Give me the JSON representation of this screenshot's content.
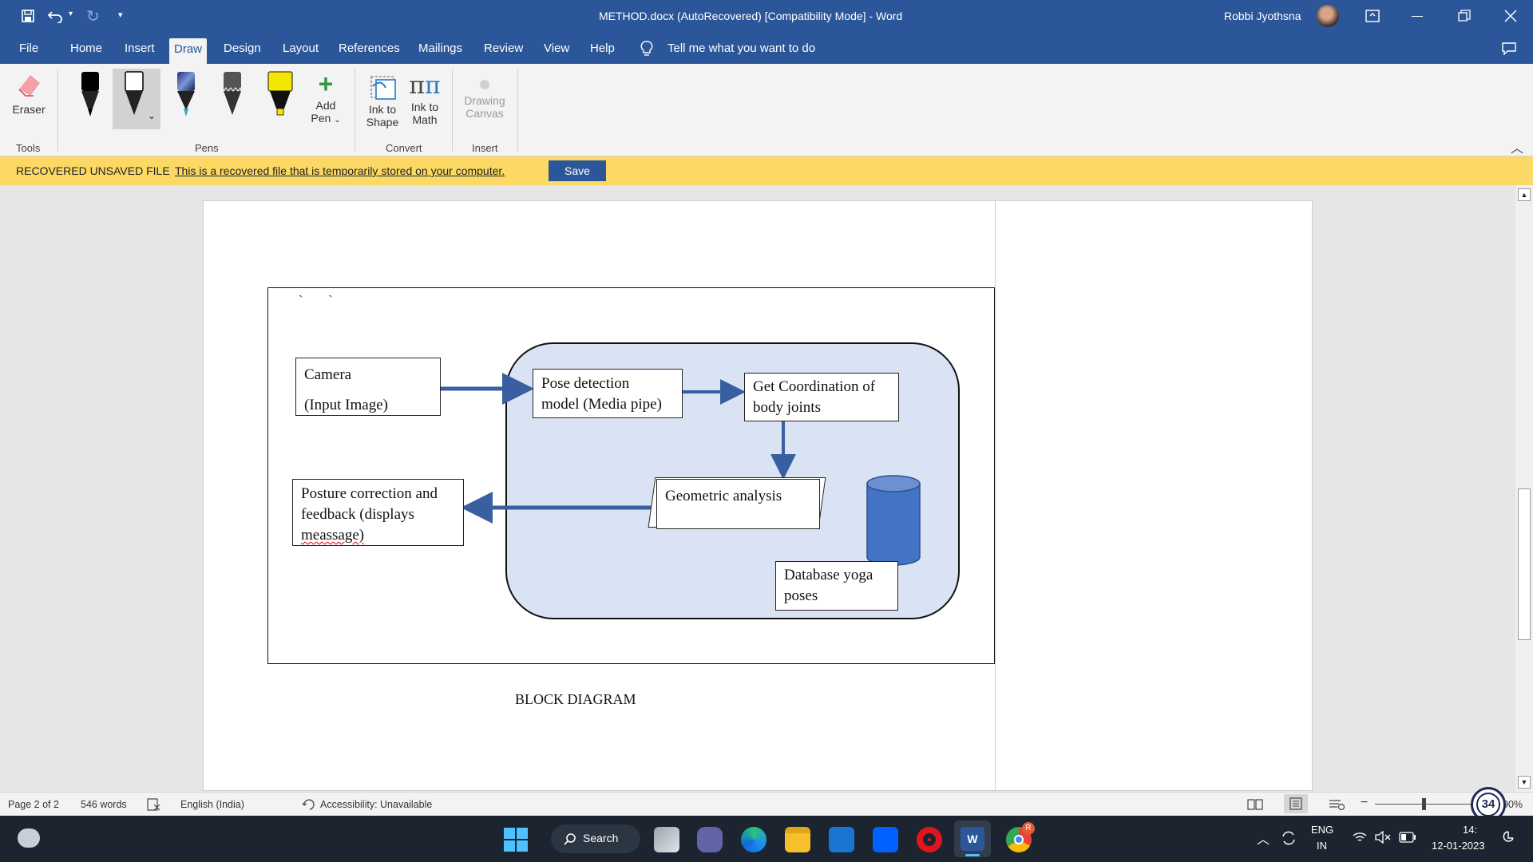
{
  "titlebar": {
    "title": "METHOD.docx (AutoRecovered) [Compatibility Mode]  -  Word",
    "user": "Robbi Jyothsna",
    "qat_more": "↻"
  },
  "tabs": [
    "File",
    "Home",
    "Insert",
    "Draw",
    "Design",
    "Layout",
    "References",
    "Mailings",
    "Review",
    "View",
    "Help"
  ],
  "tell_me": "Tell me what you want to do",
  "ribbon": {
    "eraser": "Eraser",
    "add_pen_1": "Add",
    "add_pen_2": "Pen",
    "ink_shape_1": "Ink to",
    "ink_shape_2": "Shape",
    "ink_math_1": "Ink to",
    "ink_math_2": "Math",
    "drawing_canvas_1": "Drawing",
    "drawing_canvas_2": "Canvas",
    "groups": {
      "tools": "Tools",
      "pens": "Pens",
      "convert": "Convert",
      "insert": "Insert"
    }
  },
  "pens": [
    {
      "color": "#000000"
    },
    {
      "color": "#000000"
    },
    {
      "color": "#2aa6c7"
    },
    {
      "color": "#555555"
    },
    {
      "color": "#f5e600"
    }
  ],
  "message_bar": {
    "title": "RECOVERED UNSAVED FILE",
    "text": "This is a recovered file that is temporarily stored on your computer.",
    "save": "Save"
  },
  "diagram": {
    "marks": "`        `",
    "camera_1": "Camera",
    "camera_2": "(Input Image)",
    "pose_1": "Pose detection",
    "pose_2": "model (Media pipe)",
    "coord_1": "Get Coordination of",
    "coord_2": "body joints",
    "geometric": "Geometric analysis",
    "posture_1": "Posture correction and",
    "posture_2": "feedback (displays",
    "posture_3": "meassage)",
    "db_1": "Database yoga",
    "db_2": "poses",
    "caption": "BLOCK DIAGRAM"
  },
  "status": {
    "page": "Page 2 of 2",
    "words": "546 words",
    "language": "English (India)",
    "accessibility": "Accessibility: Unavailable",
    "zoom": "90%"
  },
  "taskbar": {
    "search": "Search",
    "lang_1": "ENG",
    "lang_2": "IN",
    "date": "12-01-2023",
    "time": "14:",
    "badge": "34",
    "chrome_badge": "R"
  },
  "colors": {
    "word_blue": "#2b579a",
    "msg_yellow": "#fcd964",
    "save_blue": "#2b579a",
    "diagram_fill": "#dae3f3",
    "arrow": "#3a5fa0",
    "db_blue": "#4472c4"
  }
}
